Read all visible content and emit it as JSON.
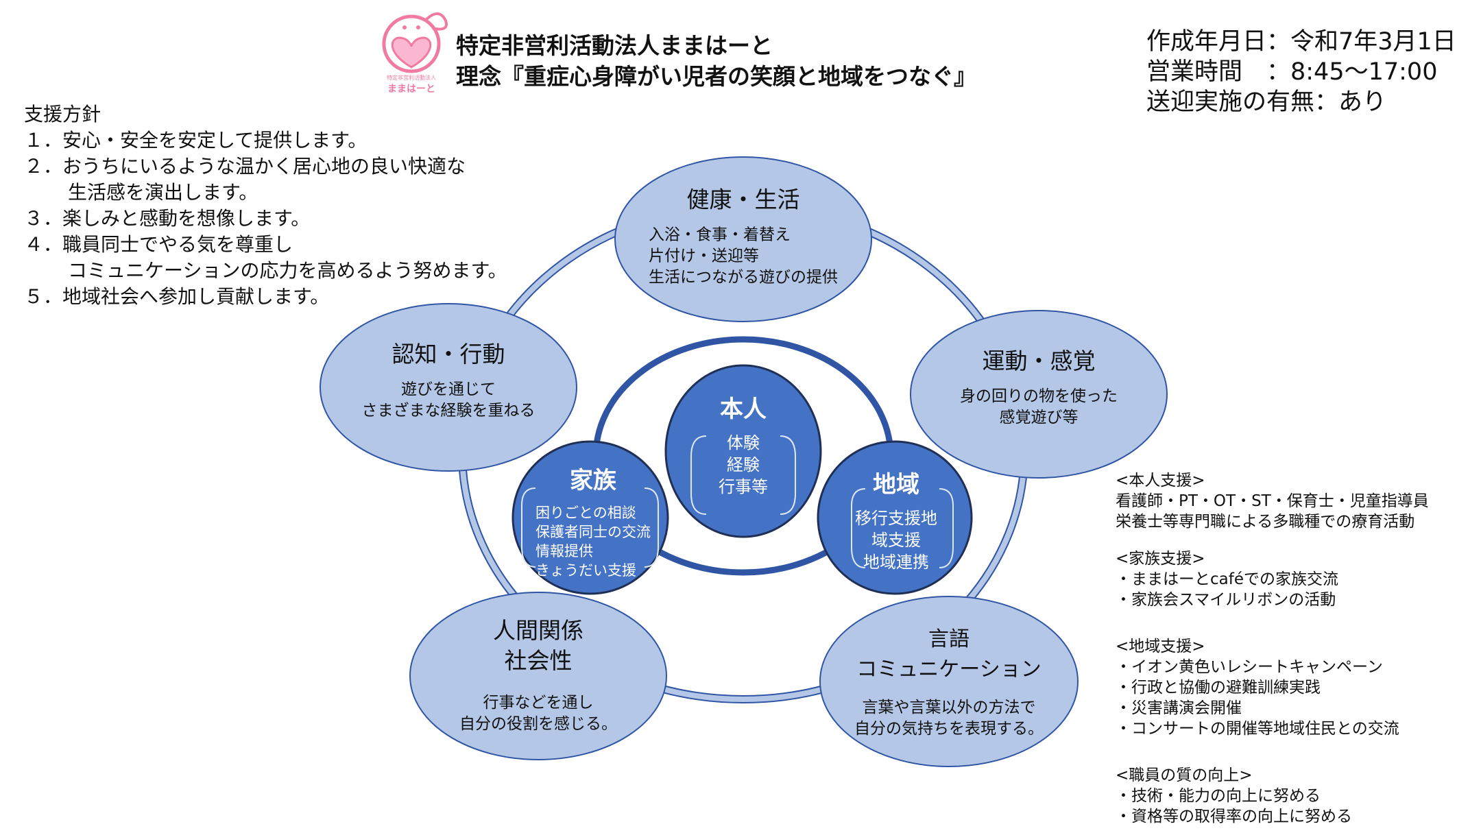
{
  "header": {
    "logo_caption": "特定非営利活動法人",
    "logo_name": "ままはーと",
    "title_line1": "特定非営利活動法人ままはーと",
    "title_line2": "理念『重症心身障がい児者の笑顔と地域をつなぐ』"
  },
  "meta": {
    "created": "作成年月日：令和7年3月1日",
    "hours": "営業時間　：8:45〜17:00",
    "transport": "送迎実施の有無：あり"
  },
  "policy": {
    "heading": "支援方針",
    "lines": [
      "１．安心・安全を安定して提供します。",
      "２．おうちにいるような温かく居心地の良い快適な",
      "生活感を演出します。",
      "３．楽しみと感動を想像します。",
      "４．職員同士でやる気を尊重し",
      "コミュニケーションの応力を高めるよう努めます。",
      "５．地域社会へ参加し貢献します。"
    ]
  },
  "outer": {
    "health": {
      "title": "健康・生活",
      "lines": [
        "入浴・食事・着替え",
        "片付け・送迎等",
        "生活につながる遊びの提供"
      ]
    },
    "motor": {
      "title": "運動・感覚",
      "lines": [
        "身の回りの物を使った",
        "感覚遊び等"
      ]
    },
    "cognition": {
      "title": "認知・行動",
      "lines": [
        "遊びを通じて",
        "さまざまな経験を重ねる"
      ]
    },
    "relations": {
      "title1": "人間関係",
      "title2": "社会性",
      "lines": [
        "行事などを通し",
        "自分の役割を感じる。"
      ]
    },
    "language": {
      "title1": "言語",
      "title2": "コミュニケーション",
      "lines": [
        "言葉や言葉以外の方法で",
        "自分の気持ちを表現する。"
      ]
    }
  },
  "center": {
    "self": {
      "title": "本人",
      "lines": [
        "体験",
        "経験",
        "行事等"
      ]
    },
    "family": {
      "title": "家族",
      "lines": [
        "困りごとの相談",
        "保護者同士の交流",
        "情報提供",
        "きょうだい支援"
      ]
    },
    "community": {
      "title": "地域",
      "lines": [
        "移行支援地",
        "域支援",
        "地域連携"
      ]
    }
  },
  "support": {
    "self": {
      "heading": "<本人支援>",
      "lines": [
        "看護師・PT・OT・ST・保育士・児童指導員",
        "栄養士等専門職による多職種での療育活動"
      ]
    },
    "family": {
      "heading": "<家族支援>",
      "lines": [
        "・ままはーとcaféでの家族交流",
        "・家族会スマイルリボンの活動"
      ]
    },
    "community": {
      "heading": "<地域支援>",
      "lines": [
        "・イオン黄色いレシートキャンペーン",
        "・行政と協働の避難訓練実践",
        "・災害講演会開催",
        "・コンサートの開催等地域住民との交流"
      ]
    },
    "staff": {
      "heading": "<職員の質の向上>",
      "lines": [
        "・技術・能力の向上に努める",
        "・資格等の取得率の向上に努める"
      ]
    }
  },
  "colors": {
    "light": "#b4c7e7",
    "dark": "#4472c4",
    "border": "#2f55a4",
    "logo": "#f07aa0"
  }
}
